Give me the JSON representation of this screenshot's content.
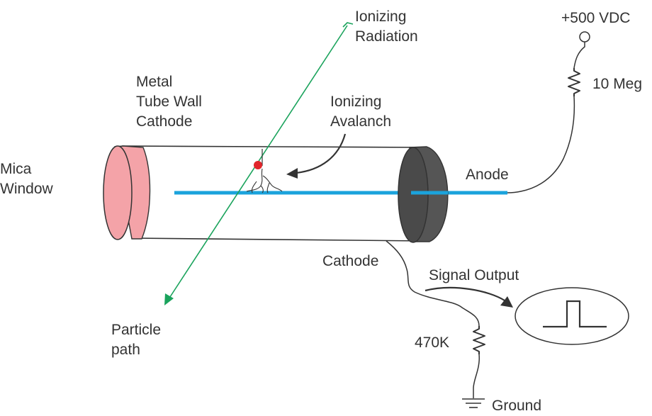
{
  "labels": {
    "ionizing_radiation": [
      "Ionizing",
      "Radiation"
    ],
    "metal_tube_wall_cathode": [
      "Metal",
      "Tube Wall",
      "Cathode"
    ],
    "ionizing_avalanche": [
      "Ionizing",
      "Avalanch"
    ],
    "mica_window": [
      "Mica",
      "Window"
    ],
    "anode": "Anode",
    "supply_voltage": "+500 VDC",
    "anode_resistor": "10 Meg",
    "cathode": "Cathode",
    "signal_output": "Signal Output",
    "load_resistor": "470K",
    "particle_path": [
      "Particle",
      "path"
    ],
    "ground": "Ground"
  },
  "colors": {
    "line": "#333333",
    "radiation": "#1aa35c",
    "anode_wire": "#1ba3dc",
    "mica_window_fill": "#f4a3a8",
    "anode_cap_fill": "#555555",
    "ionization_event": "#e0262b"
  }
}
